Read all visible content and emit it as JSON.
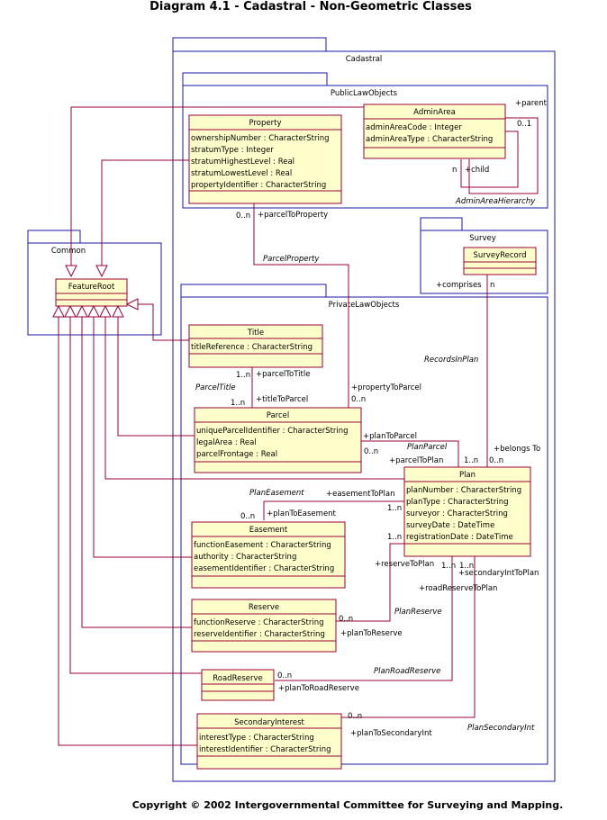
{
  "title": "Diagram 4.1 - Cadastral - Non-Geometric Classes",
  "footer": "Copyright © 2002 Intergovernmental Committee for Surveying and Mapping.",
  "colors": {
    "package_border": "#1a1aa6",
    "class_border": "#990033",
    "class_fill": "#ffffcc",
    "line": "#990033"
  },
  "packages": {
    "cadastral": "Cadastral",
    "public_law": "PublicLawObjects",
    "private_law": "PrivateLawObjects",
    "survey": "Survey",
    "common": "Common"
  },
  "classes": {
    "property": {
      "name": "Property",
      "attrs": [
        "ownershipNumber : CharacterString",
        "stratumType : Integer",
        "stratumHighestLevel : Real",
        "stratumLowestLevel : Real",
        "propertyIdentifier : CharacterString"
      ]
    },
    "admin_area": {
      "name": "AdminArea",
      "attrs": [
        "adminAreaCode : Integer",
        "adminAreaType : CharacterString"
      ]
    },
    "survey_record": {
      "name": "SurveyRecord",
      "attrs": []
    },
    "feature_root": {
      "name": "FeatureRoot",
      "attrs": []
    },
    "title": {
      "name": "Title",
      "attrs": [
        "titleReference : CharacterString"
      ]
    },
    "parcel": {
      "name": "Parcel",
      "attrs": [
        "uniqueParcelIdentifier : CharacterString",
        "legalArea : Real",
        "parcelFrontage : Real"
      ]
    },
    "plan": {
      "name": "Plan",
      "attrs": [
        "planNumber : CharacterString",
        "planType : CharacterString",
        "surveyor : CharacterString",
        "surveyDate : DateTime",
        "registrationDate : DateTime"
      ]
    },
    "easement": {
      "name": "Easement",
      "attrs": [
        "functionEasement : CharacterString",
        "authority : CharacterString",
        "easementIdentifier : CharacterString"
      ]
    },
    "reserve": {
      "name": "Reserve",
      "attrs": [
        "functionReserve : CharacterString",
        "reserveIdentifier : CharacterString"
      ]
    },
    "road_reserve": {
      "name": "RoadReserve",
      "attrs": []
    },
    "secondary_interest": {
      "name": "SecondaryInterest",
      "attrs": [
        "interestType : CharacterString",
        "interestIdentifier : CharacterString"
      ]
    }
  },
  "associations": {
    "admin_area_hierarchy": {
      "name": "AdminAreaHierarchy",
      "role_parent": "+parent",
      "mult_parent": "0..1",
      "role_child": "+child",
      "mult_child": "n"
    },
    "parcel_property": {
      "name": "ParcelProperty",
      "role_a": "+parcelToProperty",
      "mult_a": "0..n",
      "role_b": "+propertyToParcel",
      "mult_b": "0..n"
    },
    "records_in_plan": {
      "name": "RecordsInPlan",
      "role_a": "+comprises",
      "mult_a": "n",
      "role_b": "+belongs To",
      "mult_b": "0..n"
    },
    "parcel_title": {
      "name": "ParcelTitle",
      "role_a": "+parcelToTitle",
      "mult_a": "1..n",
      "role_b": "+titleToParcel",
      "mult_b": "1..n"
    },
    "plan_parcel": {
      "name": "PlanParcel",
      "role_a": "+planToParcel",
      "mult_a": "0..n",
      "role_b": "+parcelToPlan",
      "mult_b": "1..n"
    },
    "plan_easement": {
      "name": "PlanEasement",
      "role_a": "+easementToPlan",
      "mult_a": "1..n",
      "role_b": "+planToEasement",
      "mult_b": "0..n"
    },
    "plan_reserve": {
      "name": "PlanReserve",
      "role_a": "+reserveToPlan",
      "mult_a": "1..n",
      "role_b": "+planToReserve",
      "mult_b": "0..n"
    },
    "plan_road_reserve": {
      "name": "PlanRoadReserve",
      "role_a": "+roadReserveToPlan",
      "mult_a": "1..n",
      "role_b": "+planToRoadReserve",
      "mult_b": "0..n"
    },
    "plan_secondary_int": {
      "name": "PlanSecondaryInt",
      "role_a": "+secondaryIntToPlan",
      "mult_a": "1..n",
      "role_b": "+planToSecondaryInt",
      "mult_b": "0..n"
    }
  }
}
